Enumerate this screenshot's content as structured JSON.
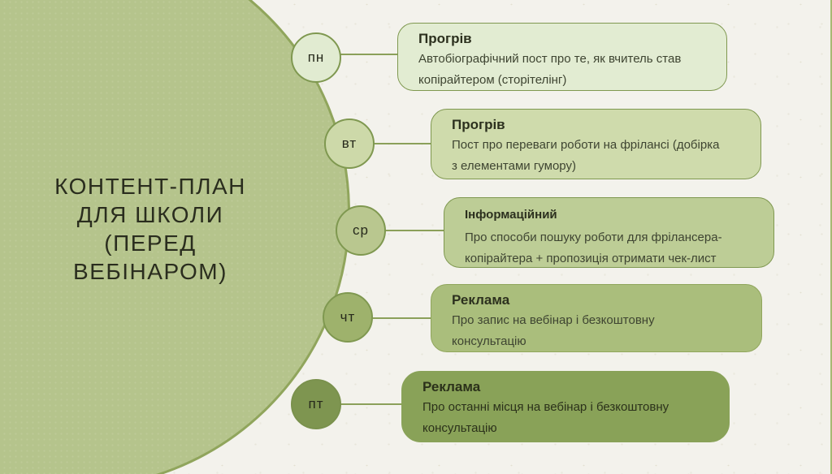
{
  "title": {
    "text": "КОНТЕНТ-ПЛАН\nДЛЯ ШКОЛИ\n(ПЕРЕД\nВЕБІНАРОМ)"
  },
  "days": [
    {
      "label": "пн",
      "card_title": "Прогрів",
      "card_body": "Автобіографічний пост про те, як вчитель став\nкопірайтером (сторітелінг)",
      "circle_fill": "#e1ebd1",
      "circle_border": "#7f9850",
      "card_fill": "#e2ecd2",
      "card_border": "#7f9850"
    },
    {
      "label": "вт",
      "card_title": "Прогрів",
      "card_body": "Пост про переваги роботи на фрілансі (добірка\nз елементами гумору)",
      "circle_fill": "#cdd9a9",
      "circle_border": "#7f9850",
      "card_fill": "#cfdbac",
      "card_border": "#7f9850"
    },
    {
      "label": "ср",
      "card_title": "Інформаційний",
      "card_body": "Про способи пошуку роботи для фрілансера-\nкопірайтера + пропозиція отримати чек-лист",
      "circle_fill": "#b9c78f",
      "circle_border": "#7f9850",
      "card_fill": "#bdcd96",
      "card_border": "#7f9850"
    },
    {
      "label": "чт",
      "card_title": "Реклама",
      "card_body": "Про запис на вебінар і безкоштовну\nконсультацію",
      "circle_fill": "#9eb26c",
      "circle_border": "#7f9850",
      "card_fill": "#aabe7c",
      "card_border": "#90a65c"
    },
    {
      "label": "пт",
      "card_title": "Реклама",
      "card_body": "Про останні місця на вебінар і безкоштовну\nконсультацію",
      "circle_fill": "#7e9550",
      "circle_border": "#7a914d",
      "card_fill": "#89a258",
      "card_border": "#89a258"
    }
  ],
  "colors": {
    "page_bg": "#f3f2ec",
    "big_circle_fill": "#b5c48c",
    "big_circle_border": "#90a55c",
    "connector": "#8ba05a",
    "edge_line": "#a9b873",
    "title_text": "#2a2d1e"
  }
}
